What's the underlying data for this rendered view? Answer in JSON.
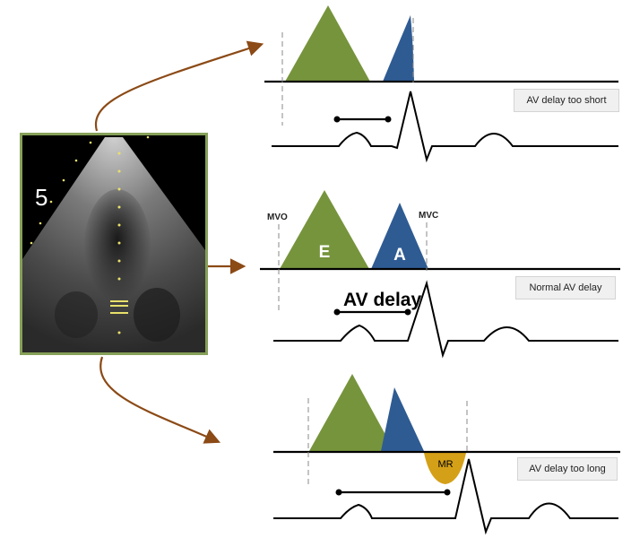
{
  "echo_image": {
    "depth_marker": "5"
  },
  "panels": {
    "short": {
      "callout": "AV delay too short"
    },
    "normal": {
      "callout": "Normal  AV delay",
      "interval_label": "AV delay",
      "e_label": "E",
      "a_label": "A",
      "mvo_label": "MVO",
      "mvc_label": "MVC"
    },
    "long": {
      "callout": "AV delay too long",
      "mr_label": "MR"
    }
  },
  "colors": {
    "e_wave": "#76943c",
    "a_wave": "#2f5b93",
    "mr_wave": "#d4a017",
    "arrow": "#8b4a16",
    "frame": "#86a058"
  }
}
